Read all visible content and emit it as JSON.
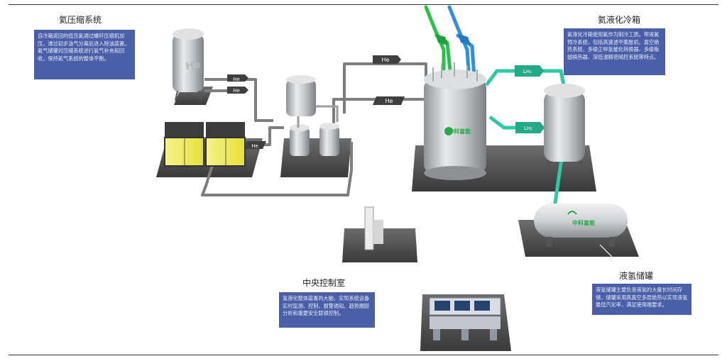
{
  "sections": {
    "compressor": {
      "title": "氦压缩系统",
      "desc": "自冷箱返回的低压氦通过螺杆压缩机加压，通过初步油气分离后进入除油装置。氦气储罐对压缩系统进行氦气补充和回收，保持氦气系统的整体平衡。"
    },
    "coldbox": {
      "title": "氦液化冷箱",
      "desc": "氦液化冷箱使用氦作为制冷工质。带液氦预冷系统，包括高速透平膨胀机、真空绝热系统、多级正仲氢催化转换器、多级板翅换热器、深低温精密阀控系统等特点。"
    },
    "control": {
      "title": "中央控制室",
      "desc": "氢液化整体装置的大脑，实现系统设备实时监测、控制、报警通知、趋势跟踪分析和重要安全联锁控制。"
    },
    "tank": {
      "title": "液氢储罐",
      "desc": "液氢储罐主要负责液氢的大量长时间存储，储罐采用高真空多层绝热以实现液氢最低汽化率，满足使用端要求。"
    }
  },
  "pipe_labels": {
    "he": "He",
    "lh2": "LH₂"
  },
  "vessel_text": {
    "he_vessel": "He",
    "brand": "中科富能"
  },
  "colors": {
    "note_bg": "#4a5fa8",
    "he_pipe": "#8a8a8a",
    "h2_pipe_green": "#27c24a",
    "h2_pipe_blue": "#2f8ee0",
    "lh2_pipe": "#2ec9a4",
    "compressor_yellow": "#f3ee5a"
  }
}
